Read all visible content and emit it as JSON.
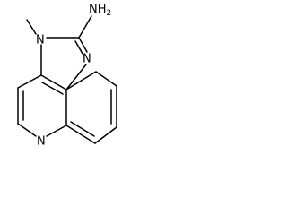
{
  "molecule": {
    "atoms": {
      "methyl_n": "N",
      "amine": {
        "symbol": "NH",
        "subscript": "2"
      },
      "imine_n": "N",
      "ring_n": "N"
    }
  }
}
